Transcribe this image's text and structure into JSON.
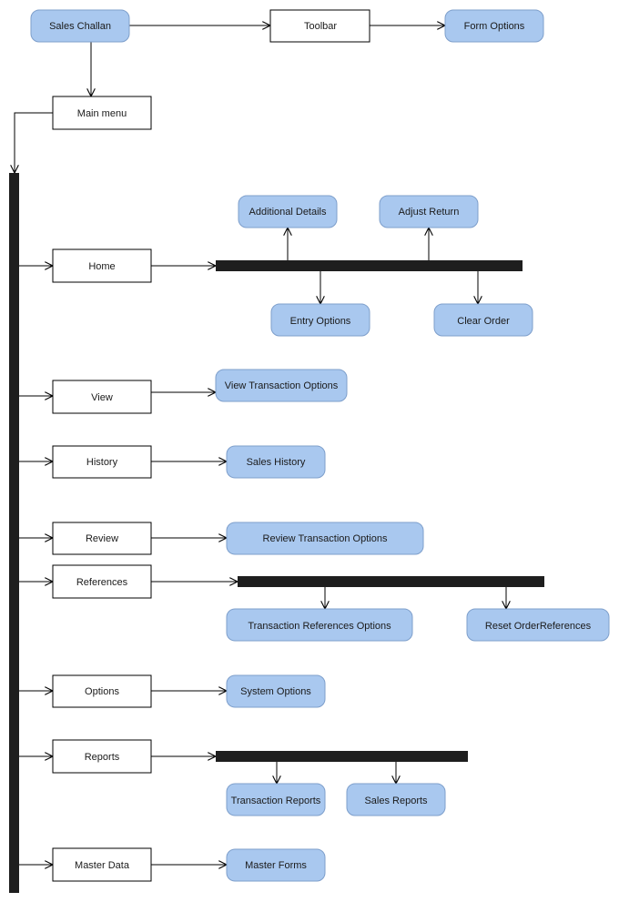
{
  "colors": {
    "accent_fill": "#a9c8ef",
    "accent_stroke": "#7e9fcb",
    "bar": "#1e1e1e",
    "line": "#000000",
    "box_fill": "#ffffff"
  },
  "nodes": {
    "sales_challan": "Sales Challan",
    "toolbar": "Toolbar",
    "form_options": "Form Options",
    "main_menu": "Main menu",
    "home": "Home",
    "additional_details": "Additional Details",
    "adjust_return": "Adjust Return",
    "entry_options": "Entry Options",
    "clear_order": "Clear Order",
    "view": "View",
    "view_transaction_options": "View Transaction Options",
    "history": "History",
    "sales_history": "Sales History",
    "review": "Review",
    "review_transaction_options": "Review Transaction Options",
    "references": "References",
    "transaction_references_options": "Transaction References Options",
    "reset_order_references": "Reset OrderReferences",
    "options": "Options",
    "system_options": "System Options",
    "reports": "Reports",
    "transaction_reports": "Transaction Reports",
    "sales_reports": "Sales Reports",
    "master_data": "Master Data",
    "master_forms": "Master Forms"
  }
}
